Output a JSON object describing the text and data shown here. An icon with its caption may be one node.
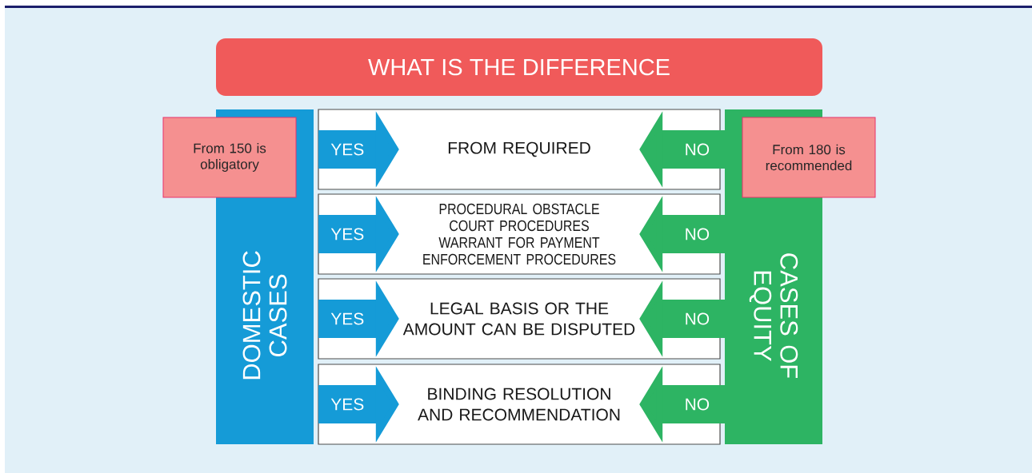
{
  "diagram": {
    "nodes": [
      {
        "text": [
          "WHAT IS THE DIFFERENCE"
        ]
      },
      {
        "text": [
          "DOMESTIC CASES"
        ]
      },
      {
        "text": [
          "From 150 is obligatory"
        ]
      },
      {
        "text": [
          "FROM REQUIRED"
        ]
      },
      {
        "text": [
          "PROCEDURAL OBSTACLE COURT PROCEDURES WARRANT FOR PAYMENT ENFORCEMENT PROCEDURES"
        ]
      },
      {
        "text": [
          "LEGAL BASIS OR THE AMOUNT CAN BE DISPUTED"
        ]
      },
      {
        "text": [
          "BINDING RESOLUTION AND RECOMMENDATION"
        ]
      },
      {
        "text": [
          "From 180 is recommended"
        ]
      },
      {
        "text": [
          "CASES OF EQUITY"
        ]
      }
    ],
    "edges": [
      {
        "from": 1,
        "to": 3,
        "arrow": "to",
        "label": "YES"
      },
      {
        "from": 8,
        "to": 3,
        "arrow": "to",
        "label": "NO",
        "color": "#2db463"
      },
      {
        "from": 1,
        "to": 4,
        "arrow": "to",
        "label": "YES"
      },
      {
        "from": 8,
        "to": 4,
        "arrow": "to",
        "label": "NO",
        "color": "#2db463"
      },
      {
        "from": 1,
        "to": 5,
        "arrow": "to",
        "label": "YES"
      },
      {
        "from": 8,
        "to": 5,
        "arrow": "to",
        "label": "NO",
        "color": "#2db463"
      },
      {
        "from": 1,
        "to": 6,
        "arrow": "to",
        "label": "YES"
      },
      {
        "from": 8,
        "to": 6,
        "arrow": "to",
        "label": "NO",
        "color": "#2db463"
      }
    ]
  }
}
